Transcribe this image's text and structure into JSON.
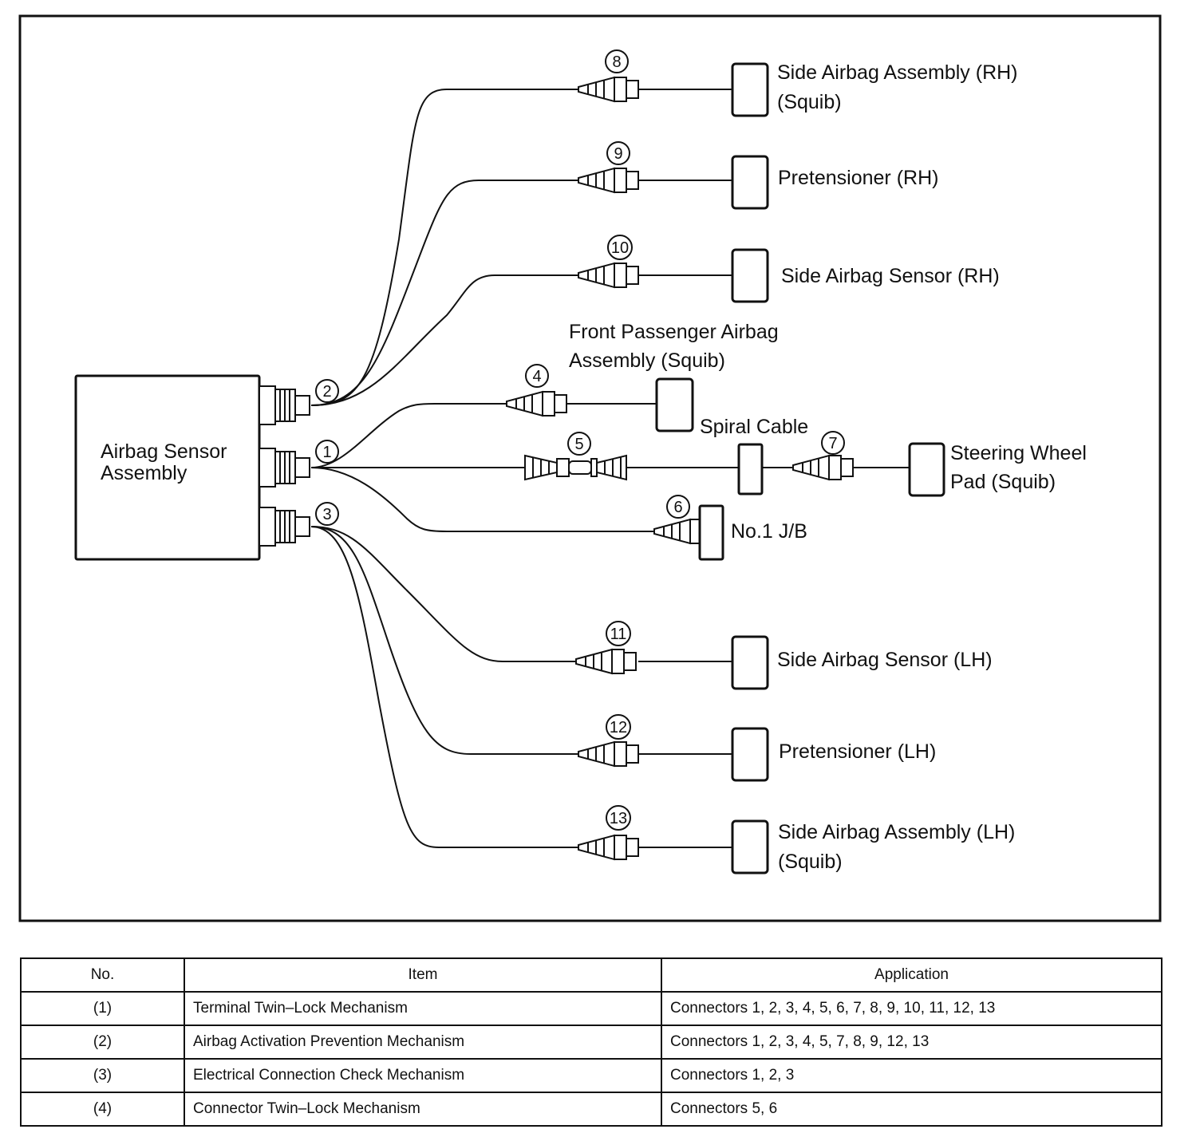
{
  "diagram": {
    "sensor_assembly": [
      "Airbag Sensor",
      "Assembly"
    ],
    "connector_numbers": {
      "c1": "1",
      "c2": "2",
      "c3": "3",
      "c4": "4",
      "c5": "5",
      "c6": "6",
      "c7": "7",
      "c8": "8",
      "c9": "9",
      "c10": "10",
      "c11": "11",
      "c12": "12",
      "c13": "13"
    },
    "labels": {
      "side_airbag_assy_rh": [
        "Side Airbag Assembly (RH)",
        "(Squib)"
      ],
      "pretensioner_rh": "Pretensioner (RH)",
      "side_airbag_sensor_rh": "Side Airbag Sensor (RH)",
      "front_passenger_airbag": [
        "Front Passenger Airbag",
        "Assembly (Squib)"
      ],
      "spiral_cable": "Spiral Cable",
      "steering_wheel_pad": [
        "Steering Wheel",
        "Pad (Squib)"
      ],
      "jb": "No.1 J/B",
      "side_airbag_sensor_lh": "Side Airbag Sensor (LH)",
      "pretensioner_lh": "Pretensioner (LH)",
      "side_airbag_assy_lh": [
        "Side Airbag Assembly (LH)",
        "(Squib)"
      ]
    }
  },
  "table": {
    "headers": [
      "No.",
      "Item",
      "Application"
    ],
    "rows": [
      {
        "no": "(1)",
        "item": "Terminal Twin–Lock Mechanism",
        "application": "Connectors 1, 2, 3, 4, 5, 6, 7, 8, 9, 10, 11, 12, 13"
      },
      {
        "no": "(2)",
        "item": "Airbag Activation Prevention Mechanism",
        "application": "Connectors 1, 2, 3, 4, 5, 7, 8, 9, 12, 13"
      },
      {
        "no": "(3)",
        "item": "Electrical Connection Check Mechanism",
        "application": "Connectors 1, 2, 3"
      },
      {
        "no": "(4)",
        "item": "Connector Twin–Lock Mechanism",
        "application": "Connectors 5, 6"
      }
    ]
  }
}
